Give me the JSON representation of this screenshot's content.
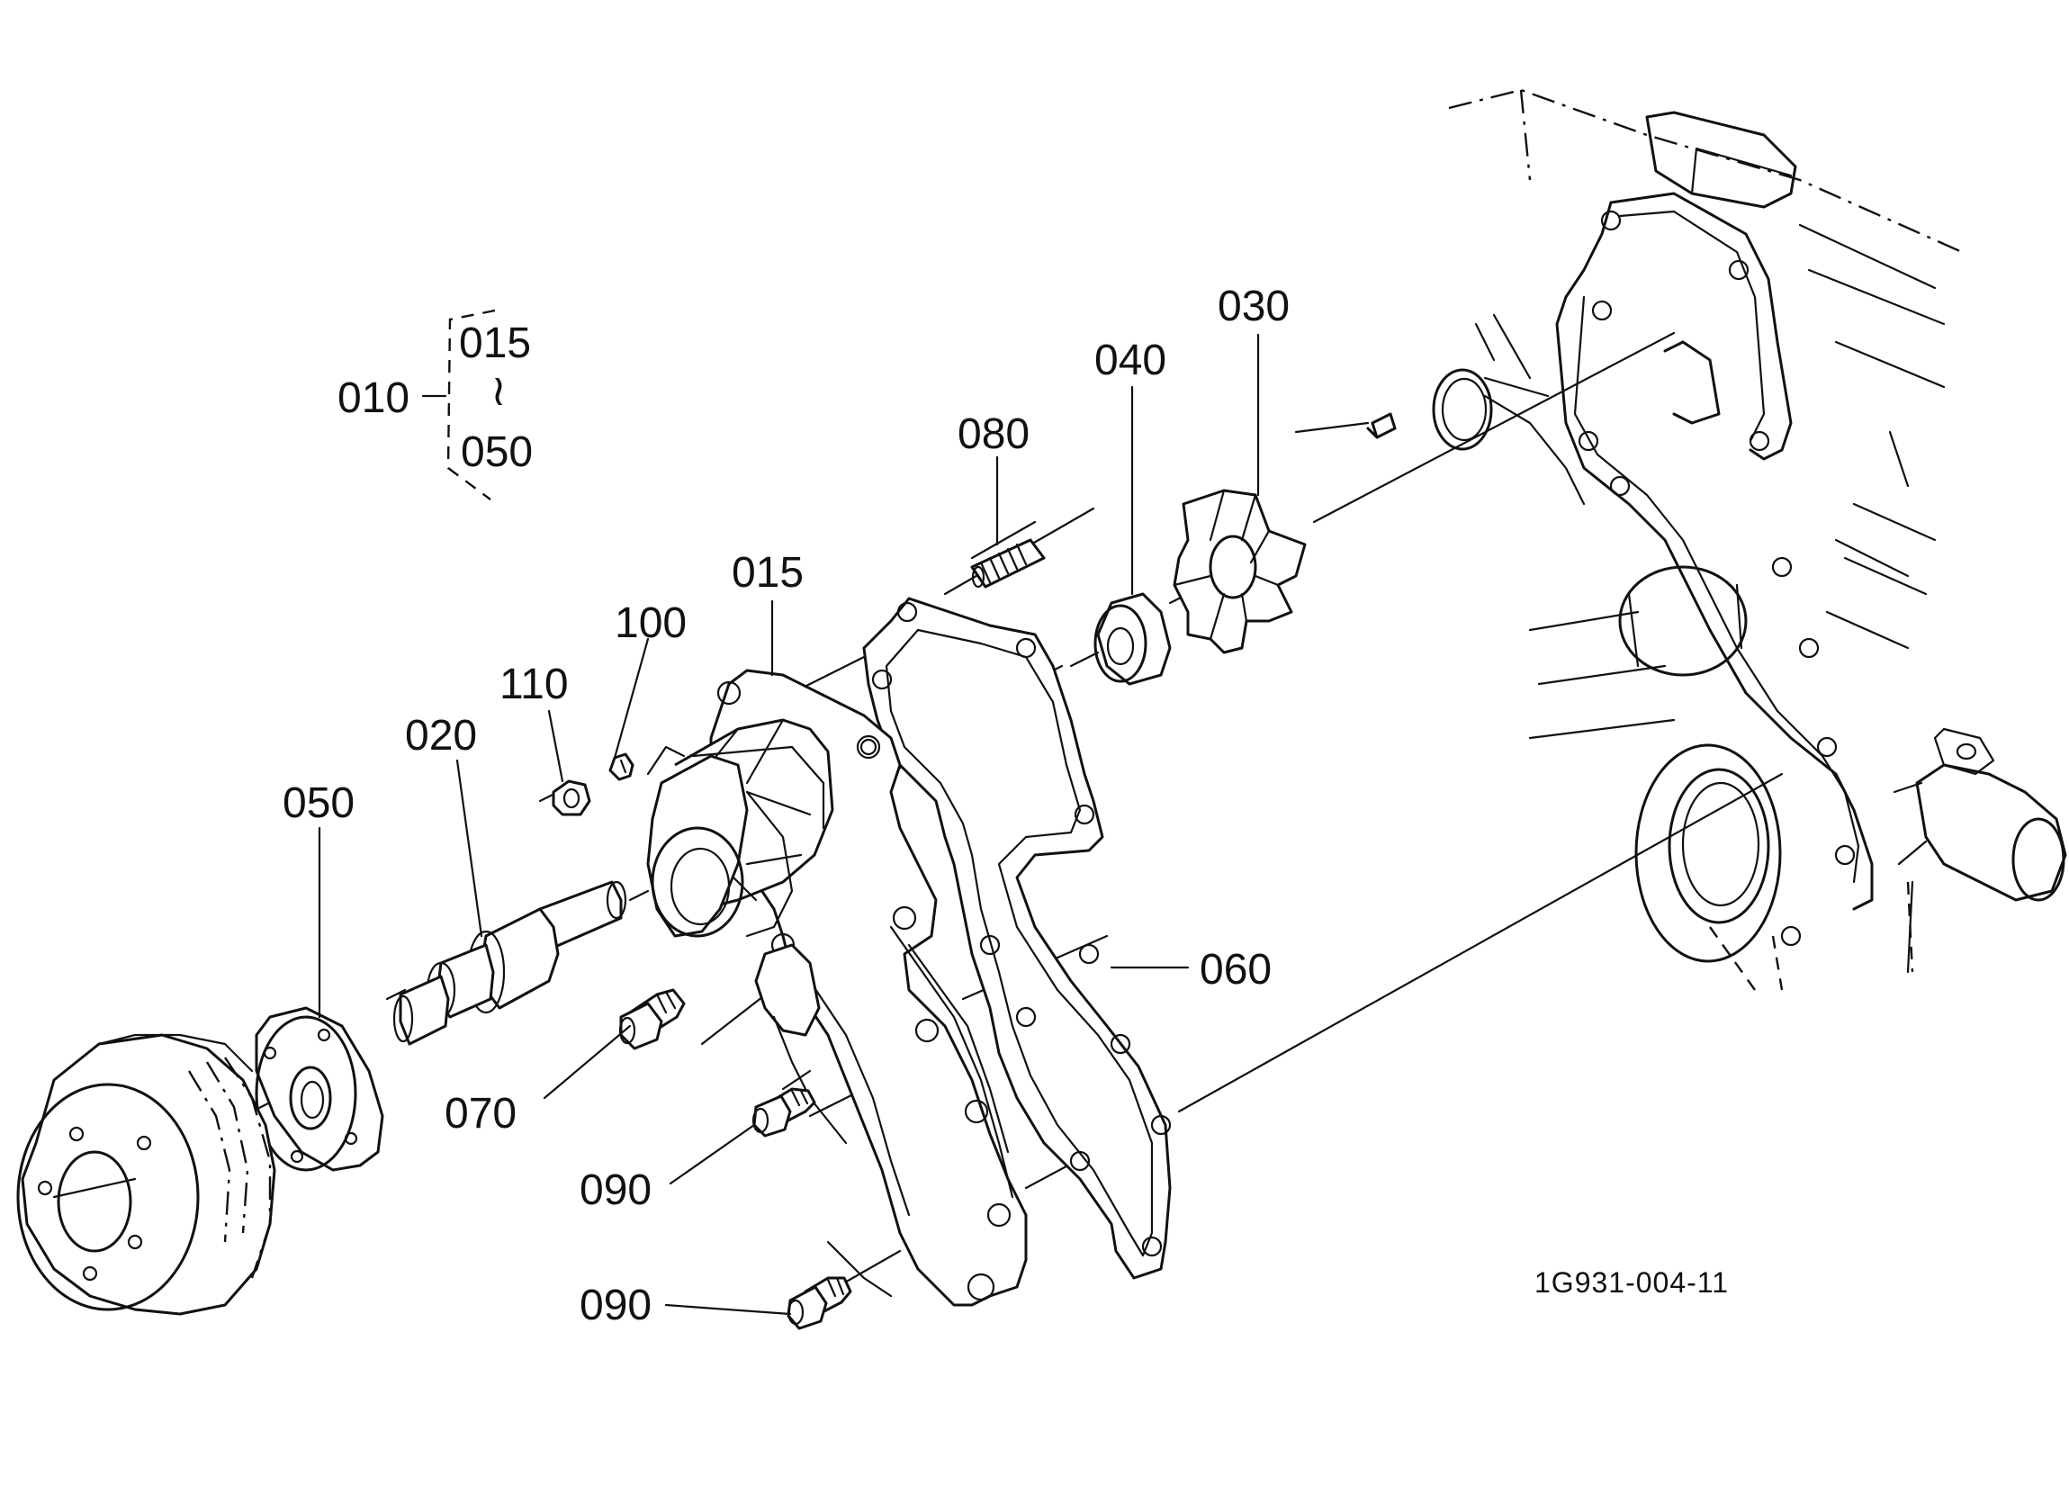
{
  "assembly": {
    "parent": "010",
    "range_start": "015",
    "range_mark": "≀",
    "range_end": "050"
  },
  "labels": {
    "l030": "030",
    "l040": "040",
    "l080": "080",
    "l015": "015",
    "l100": "100",
    "l110": "110",
    "l020": "020",
    "l050": "050",
    "l060": "060",
    "l070": "070",
    "l090a": "090",
    "l090b": "090"
  },
  "drawing_code": "1G931-004-11"
}
